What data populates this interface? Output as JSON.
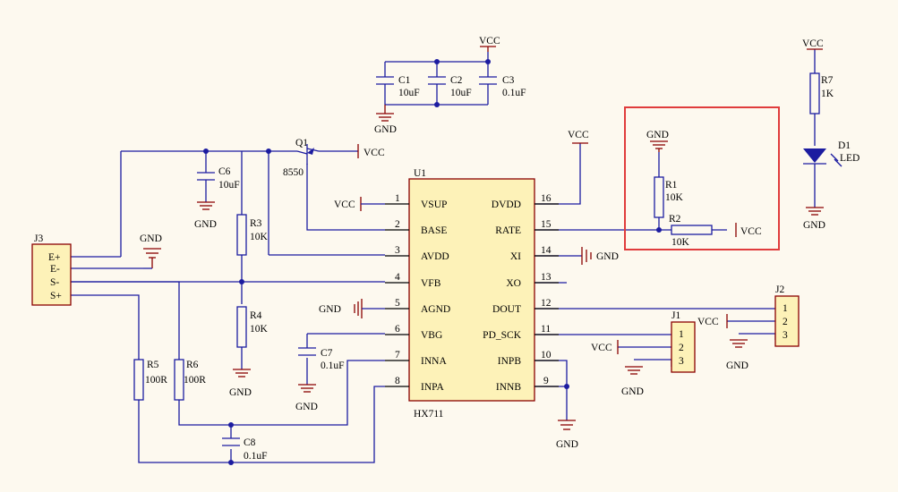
{
  "power": {
    "vcc": "VCC",
    "gnd": "GND"
  },
  "ic": {
    "ref": "U1",
    "part": "HX711",
    "left_pins": [
      {
        "num": "1",
        "name": "VSUP"
      },
      {
        "num": "2",
        "name": "BASE"
      },
      {
        "num": "3",
        "name": "AVDD"
      },
      {
        "num": "4",
        "name": "VFB"
      },
      {
        "num": "5",
        "name": "AGND"
      },
      {
        "num": "6",
        "name": "VBG"
      },
      {
        "num": "7",
        "name": "INNA"
      },
      {
        "num": "8",
        "name": "INPA"
      }
    ],
    "right_pins": [
      {
        "num": "16",
        "name": "DVDD"
      },
      {
        "num": "15",
        "name": "RATE"
      },
      {
        "num": "14",
        "name": "XI"
      },
      {
        "num": "13",
        "name": "XO"
      },
      {
        "num": "12",
        "name": "DOUT"
      },
      {
        "num": "11",
        "name": "PD_SCK"
      },
      {
        "num": "10",
        "name": "INPB"
      },
      {
        "num": "9",
        "name": "INNB"
      }
    ]
  },
  "transistor": {
    "ref": "Q1",
    "part": "8550"
  },
  "capacitors": {
    "c1": {
      "ref": "C1",
      "value": "10uF"
    },
    "c2": {
      "ref": "C2",
      "value": "10uF"
    },
    "c3": {
      "ref": "C3",
      "value": "0.1uF"
    },
    "c6": {
      "ref": "C6",
      "value": "10uF"
    },
    "c7": {
      "ref": "C7",
      "value": "0.1uF"
    },
    "c8": {
      "ref": "C8",
      "value": "0.1uF"
    }
  },
  "resistors": {
    "r1": {
      "ref": "R1",
      "value": "10K"
    },
    "r2": {
      "ref": "R2",
      "value": "10K"
    },
    "r3": {
      "ref": "R3",
      "value": "10K"
    },
    "r4": {
      "ref": "R4",
      "value": "10K"
    },
    "r5": {
      "ref": "R5",
      "value": "100R"
    },
    "r6": {
      "ref": "R6",
      "value": "100R"
    },
    "r7": {
      "ref": "R7",
      "value": "1K"
    }
  },
  "led": {
    "ref": "D1",
    "part": "LED"
  },
  "connectors": {
    "j1": {
      "ref": "J1",
      "pins": [
        "1",
        "2",
        "3"
      ]
    },
    "j2": {
      "ref": "J2",
      "pins": [
        "1",
        "2",
        "3"
      ]
    },
    "j3": {
      "ref": "J3",
      "pins": [
        "E+",
        "E-",
        "S-",
        "S+"
      ]
    }
  },
  "colors": {
    "wire": "#1c1ca0",
    "component": "#8b0000",
    "ic_fill": "#fdf2b8",
    "highlight": "#e03c3c",
    "background": "#fdf9ef"
  }
}
